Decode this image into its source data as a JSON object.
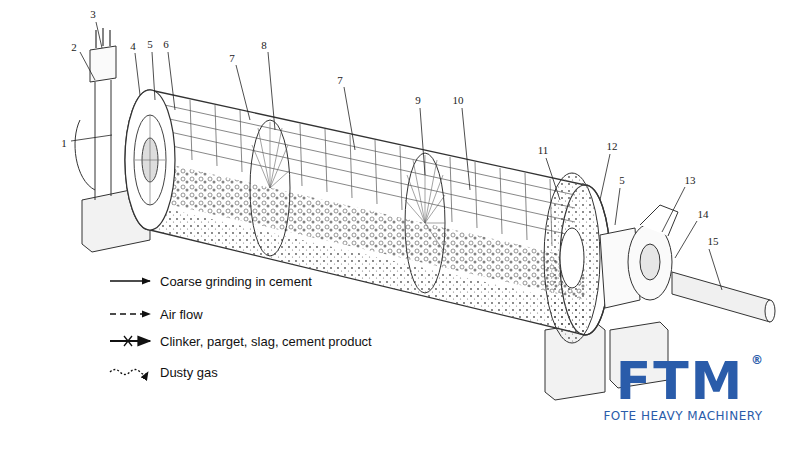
{
  "diagram": {
    "labels": [
      "3",
      "2",
      "1",
      "4",
      "5",
      "6",
      "7",
      "8",
      "7",
      "9",
      "10",
      "11",
      "12",
      "5",
      "13",
      "14",
      "15",
      "FTM",
      "®",
      "FOTE HEAVY MACHINERY"
    ],
    "legend": [
      {
        "text": "Coarse grinding in cement"
      },
      {
        "text": "Air flow"
      },
      {
        "text": "Clinker, parget, slag, cement product"
      },
      {
        "text": "Dusty gas"
      }
    ]
  }
}
